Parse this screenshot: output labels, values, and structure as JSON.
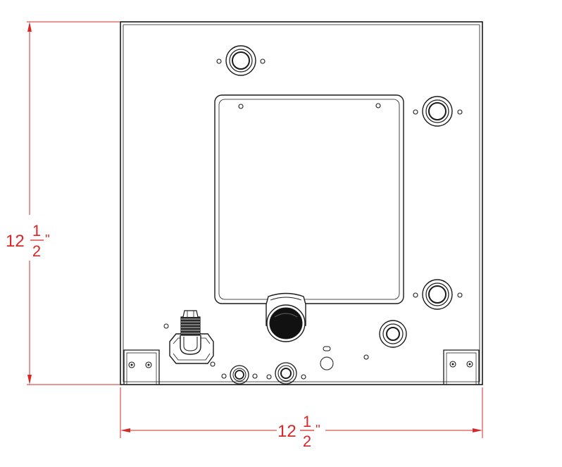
{
  "colors": {
    "dimension": "#d62828",
    "outline": "#1a1a1a",
    "background": "#ffffff"
  },
  "dimensions": {
    "vertical": {
      "whole": "12",
      "numerator": "1",
      "denominator": "2",
      "unit": "''"
    },
    "horizontal": {
      "whole": "12",
      "numerator": "1",
      "denominator": "2",
      "unit": "''"
    }
  }
}
